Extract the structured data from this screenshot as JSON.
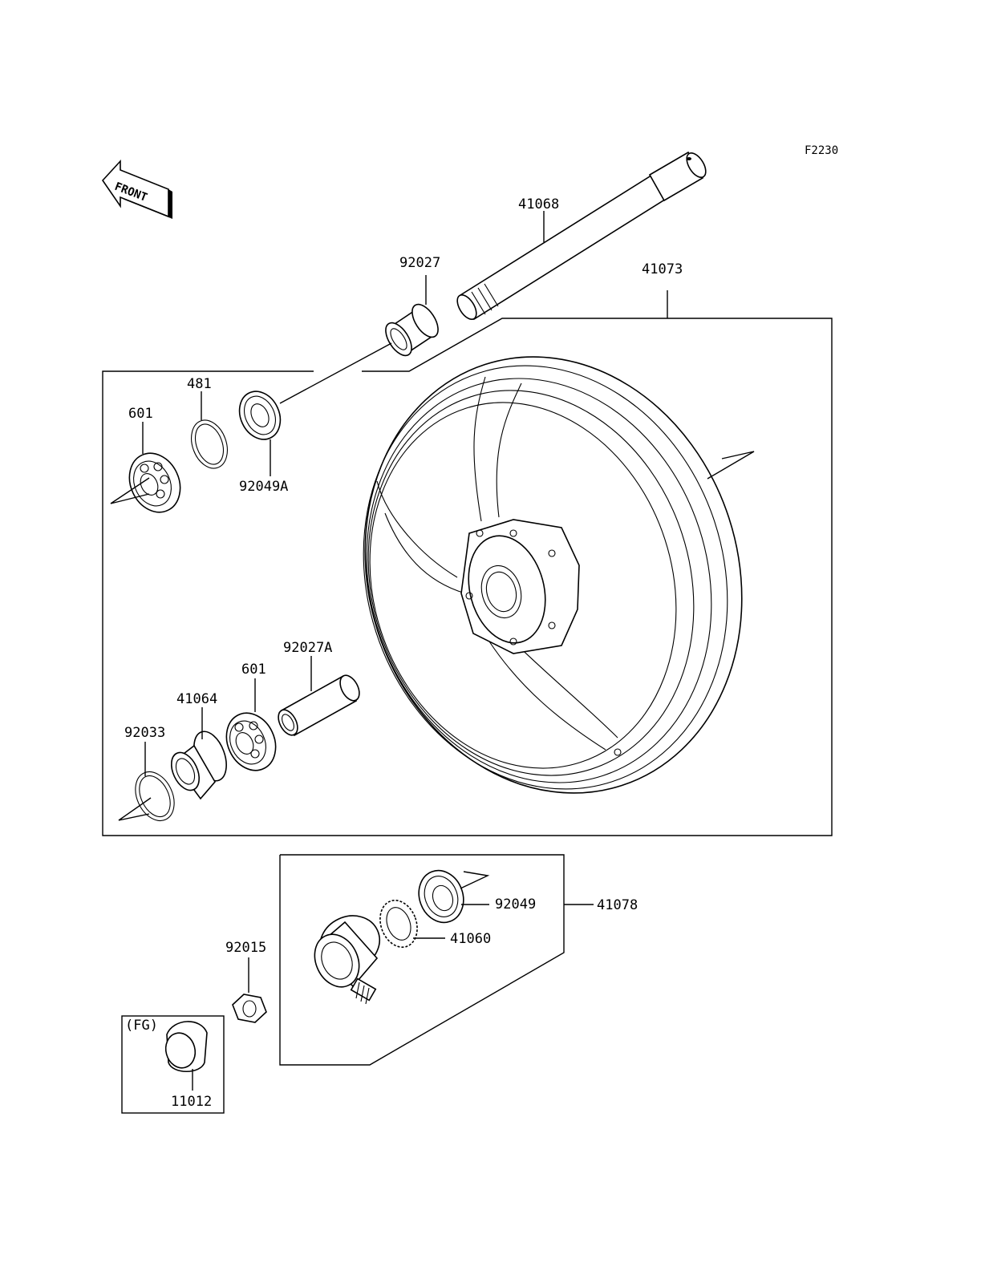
{
  "diagram_code": "F2230",
  "front_label": "FRONT",
  "fg_label": "(FG)",
  "labels": {
    "p41068": "41068",
    "p92027": "92027",
    "p41073": "41073",
    "p481": "481",
    "p601_top": "601",
    "p92049A": "92049A",
    "p92027A": "92027A",
    "p601_bottom": "601",
    "p41064": "41064",
    "p92033": "92033",
    "p92049": "92049",
    "p41060": "41060",
    "p41078": "41078",
    "p92015": "92015",
    "p11012": "11012"
  }
}
